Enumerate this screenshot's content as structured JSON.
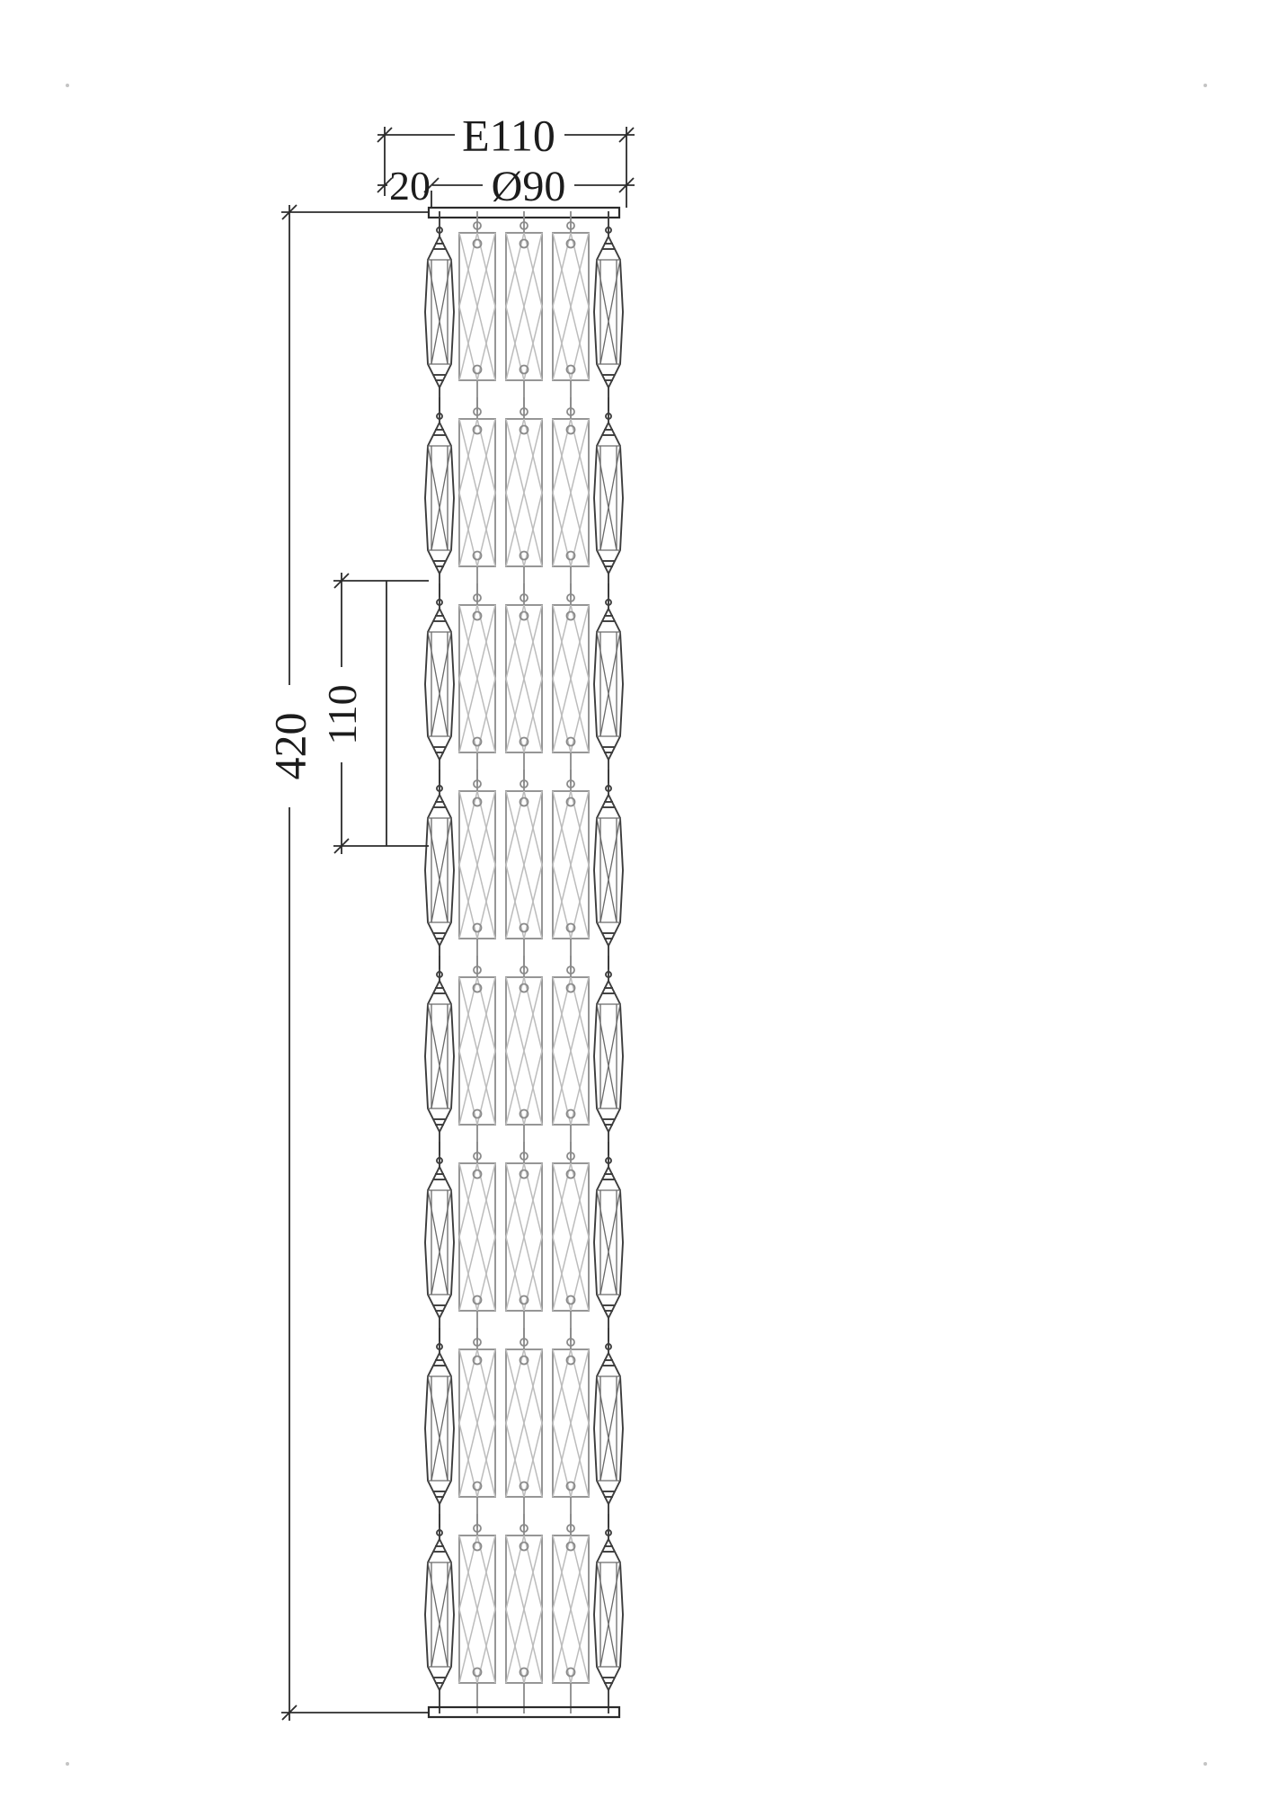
{
  "drawing": {
    "dimensions": {
      "overall_width_label": "E110",
      "side_offset_label": "20",
      "body_diameter_label": "Ø90",
      "overall_height_label": "420",
      "section_height_label": "110"
    },
    "fixture": {
      "module_count": 8,
      "crystal_columns": 3,
      "side_crystals_per_module": 2
    },
    "colors": {
      "line": "#2b2b2b",
      "crystal_outline": "#8a8a8a",
      "facet": "#bcbcbc",
      "side_crystal": "#3c3c3c",
      "background": "#ffffff"
    }
  }
}
